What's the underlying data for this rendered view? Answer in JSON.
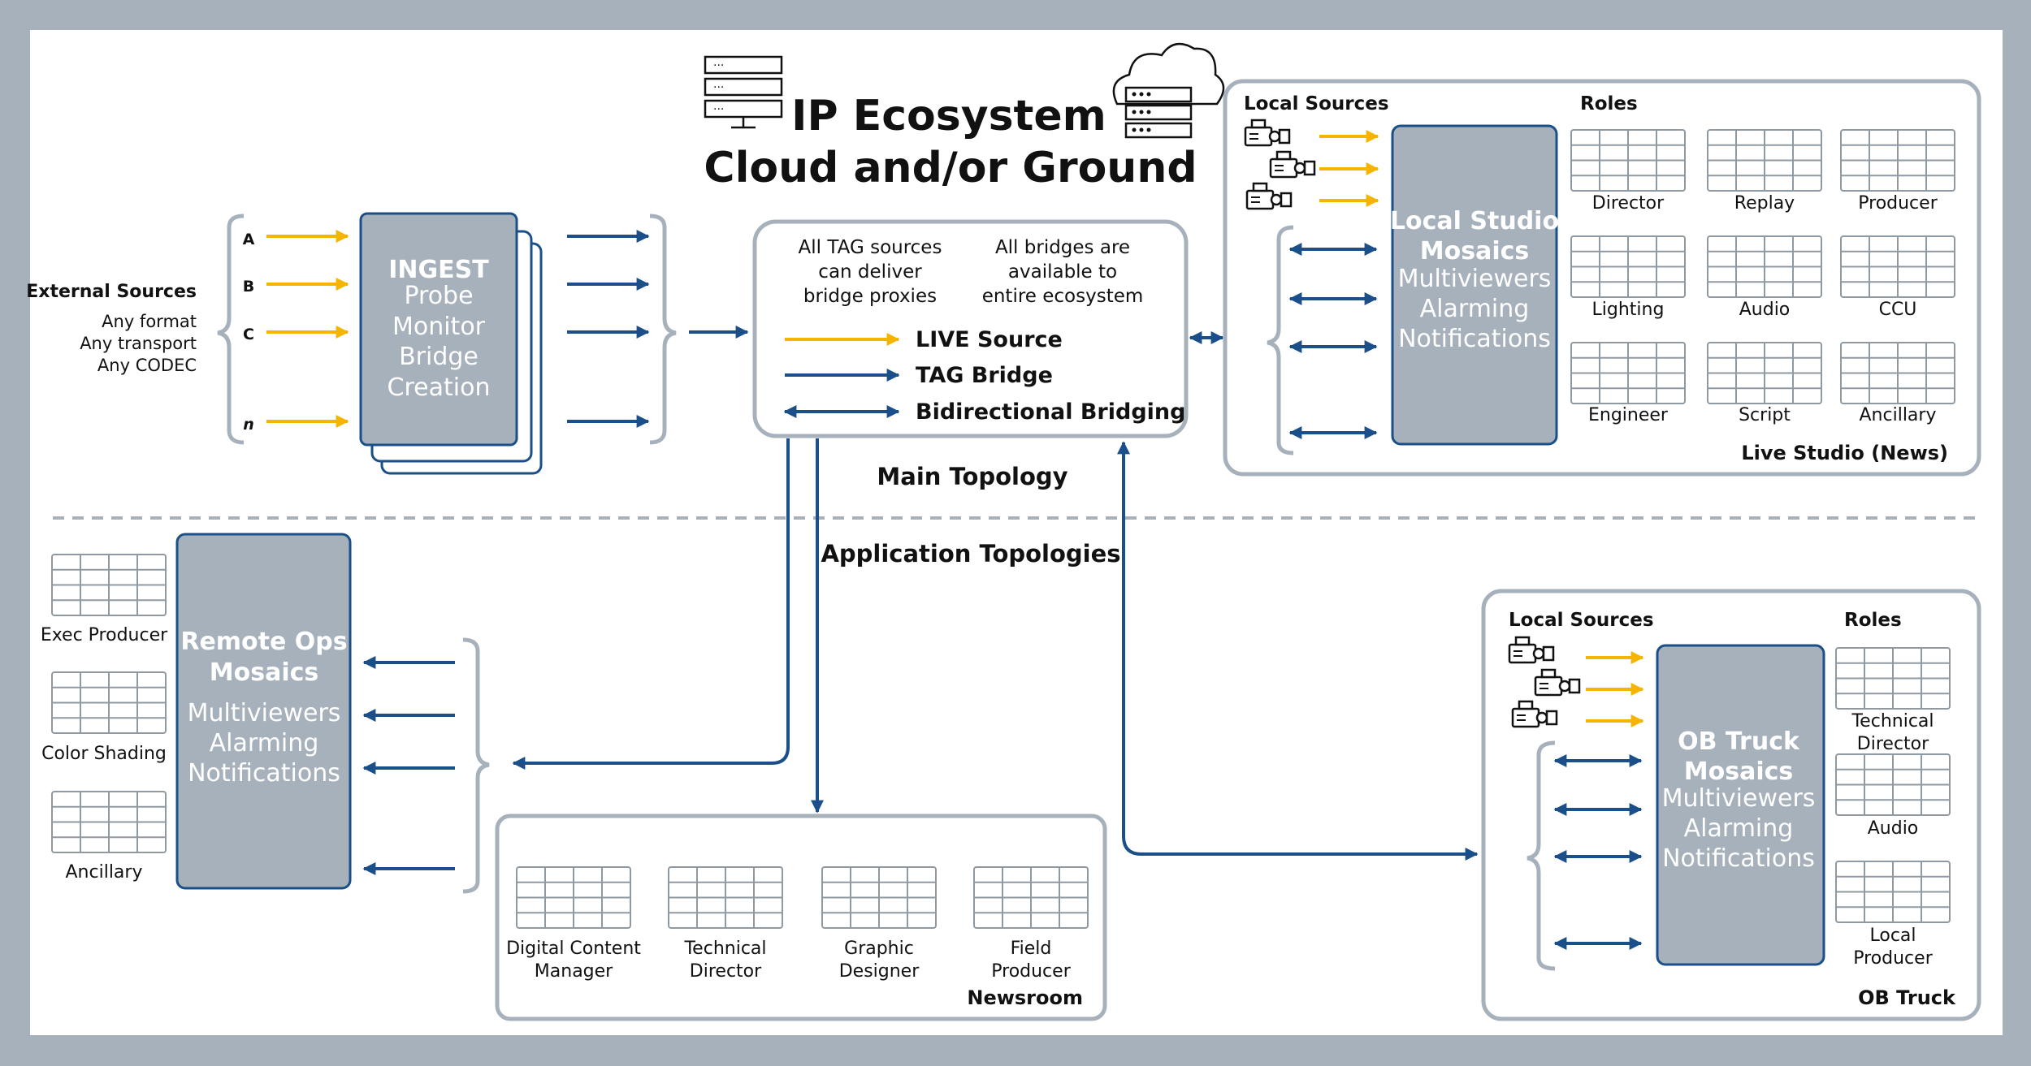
{
  "title": {
    "line1": "IP Ecosystem",
    "line2": "Cloud and/or Ground"
  },
  "colors": {
    "background": "#a6b1bb",
    "panel": "#ffffff",
    "box": "#a6b1bb",
    "box_border": "#1a4f8a",
    "arrow_blue": "#1a4f8a",
    "arrow_yellow": "#f5b400",
    "outline": "#9aa3ab"
  },
  "external_sources": {
    "heading": "External Sources",
    "lines": [
      "Any format",
      "Any transport",
      "Any CODEC"
    ],
    "inputs": [
      "A",
      "B",
      "C",
      "n"
    ]
  },
  "ingest": {
    "title": "INGEST",
    "lines": [
      "Probe",
      "Monitor",
      "Bridge",
      "Creation"
    ]
  },
  "center": {
    "note_left": [
      "All TAG sources",
      "can deliver",
      "bridge proxies"
    ],
    "note_right": [
      "All bridges are",
      "available to",
      "entire ecosystem"
    ],
    "legend": [
      "LIVE Source",
      "TAG Bridge",
      "Bidirectional Bridging"
    ]
  },
  "main_topology": "Main Topology",
  "application_topologies": "Application Topologies",
  "live_studio": {
    "local_sources": "Local Sources",
    "roles_heading": "Roles",
    "box_title": [
      "Local Studio",
      "Mosaics"
    ],
    "box_lines": [
      "Multiviewers",
      "Alarming",
      "Notifications"
    ],
    "roles": [
      "Director",
      "Replay",
      "Producer",
      "Lighting",
      "Audio",
      "CCU",
      "Engineer",
      "Script",
      "Ancillary"
    ],
    "label": "Live Studio (News)"
  },
  "remote_ops": {
    "box_title": [
      "Remote Ops",
      "Mosaics"
    ],
    "box_lines": [
      "Multiviewers",
      "Alarming",
      "Notifications"
    ],
    "roles": [
      "Exec Producer",
      "Color Shading",
      "Ancillary"
    ]
  },
  "newsroom": {
    "roles": [
      [
        "Digital Content",
        "Manager"
      ],
      [
        "Technical",
        "Director"
      ],
      [
        "Graphic",
        "Designer"
      ],
      [
        "Field",
        "Producer"
      ]
    ],
    "label": "Newsroom"
  },
  "ob_truck": {
    "local_sources": "Local Sources",
    "roles_heading": "Roles",
    "box_title": [
      "OB Truck",
      "Mosaics"
    ],
    "box_lines": [
      "Multiviewers",
      "Alarming",
      "Notifications"
    ],
    "roles": [
      [
        "Technical",
        "Director"
      ],
      [
        "Audio"
      ],
      [
        "Local",
        "Producer"
      ]
    ],
    "label": "OB Truck"
  }
}
